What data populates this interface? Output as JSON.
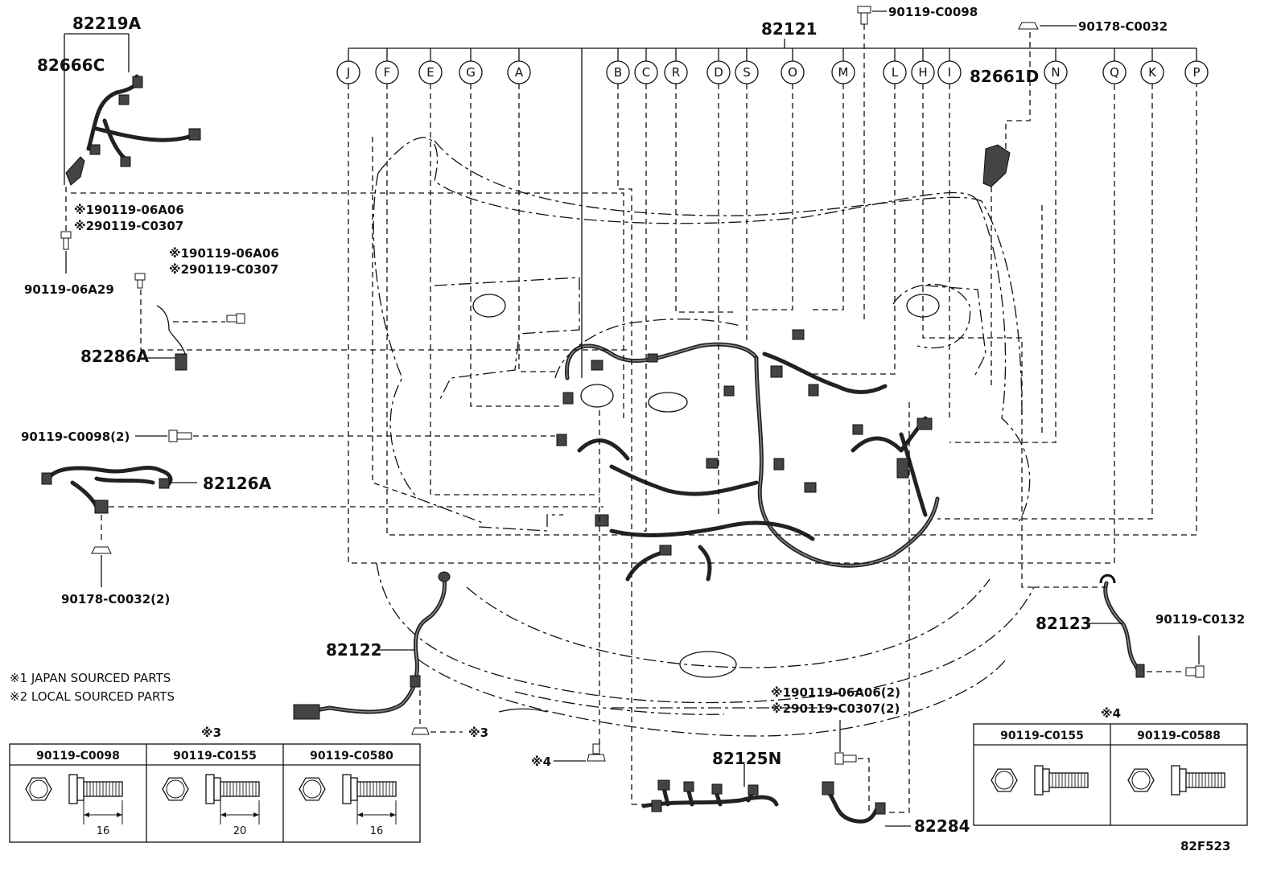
{
  "diagram_code": "82F523",
  "callouts": {
    "p82219A": "82219A",
    "p82666C": "82666C",
    "p82121": "82121",
    "p82661D": "82661D",
    "p82286A": "82286A",
    "p82126A": "82126A",
    "p82122": "82122",
    "p82123": "82123",
    "p82125N": "82125N",
    "p82284": "82284",
    "b90119_C0098_top": "90119-C0098",
    "b90178_C0032_top": "90178-C0032",
    "b_note1a": "※190119-06A06",
    "b_note2a": "※290119-C0307",
    "b90119_06A29": "90119-06A29",
    "b_note1b": "※190119-06A06",
    "b_note2b": "※290119-C0307",
    "b90119_C0098_2": "90119-C0098(2)",
    "b90178_C0032_2": "90178-C0032(2)",
    "b90119_C0132": "90119-C0132",
    "b_note1c": "※190119-06A06(2)",
    "b_note2c": "※290119-C0307(2)",
    "ref3": "※3",
    "ref4": "※4"
  },
  "letters": [
    "J",
    "F",
    "E",
    "G",
    "A",
    "B",
    "C",
    "R",
    "D",
    "S",
    "O",
    "M",
    "L",
    "H",
    "I",
    "N",
    "Q",
    "K",
    "P"
  ],
  "legend": {
    "line1": "※1 JAPAN SOURCED PARTS",
    "line2": "※2 LOCAL SOURCED PARTS"
  },
  "table_left": {
    "group_label": "※3",
    "columns": [
      {
        "part": "90119-C0098",
        "length": "16"
      },
      {
        "part": "90119-C0155",
        "length": "20"
      },
      {
        "part": "90119-C0580",
        "length": "16"
      }
    ]
  },
  "table_right": {
    "group_label": "※4",
    "columns": [
      {
        "part": "90119-C0155"
      },
      {
        "part": "90119-C0588"
      }
    ]
  },
  "colors": {
    "line": "#111111",
    "background": "#ffffff"
  }
}
